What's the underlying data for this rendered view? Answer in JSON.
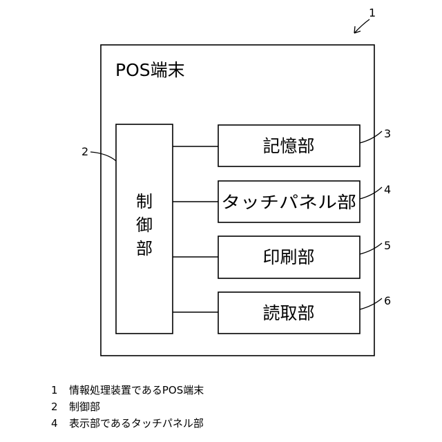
{
  "figure": {
    "figure_ref": "1",
    "terminal": {
      "title": "POS端末"
    },
    "controller": {
      "label": "制御部",
      "ref": "2"
    },
    "units": [
      {
        "label": "記憶部",
        "ref": "3"
      },
      {
        "label": "タッチパネル部",
        "ref": "4"
      },
      {
        "label": "印刷部",
        "ref": "5"
      },
      {
        "label": "読取部",
        "ref": "6"
      }
    ]
  },
  "legend": [
    {
      "num": "1",
      "text": "情報処理装置であるPOS端末"
    },
    {
      "num": "2",
      "text": "制御部"
    },
    {
      "num": "4",
      "text": "表示部であるタッチパネル部"
    }
  ]
}
